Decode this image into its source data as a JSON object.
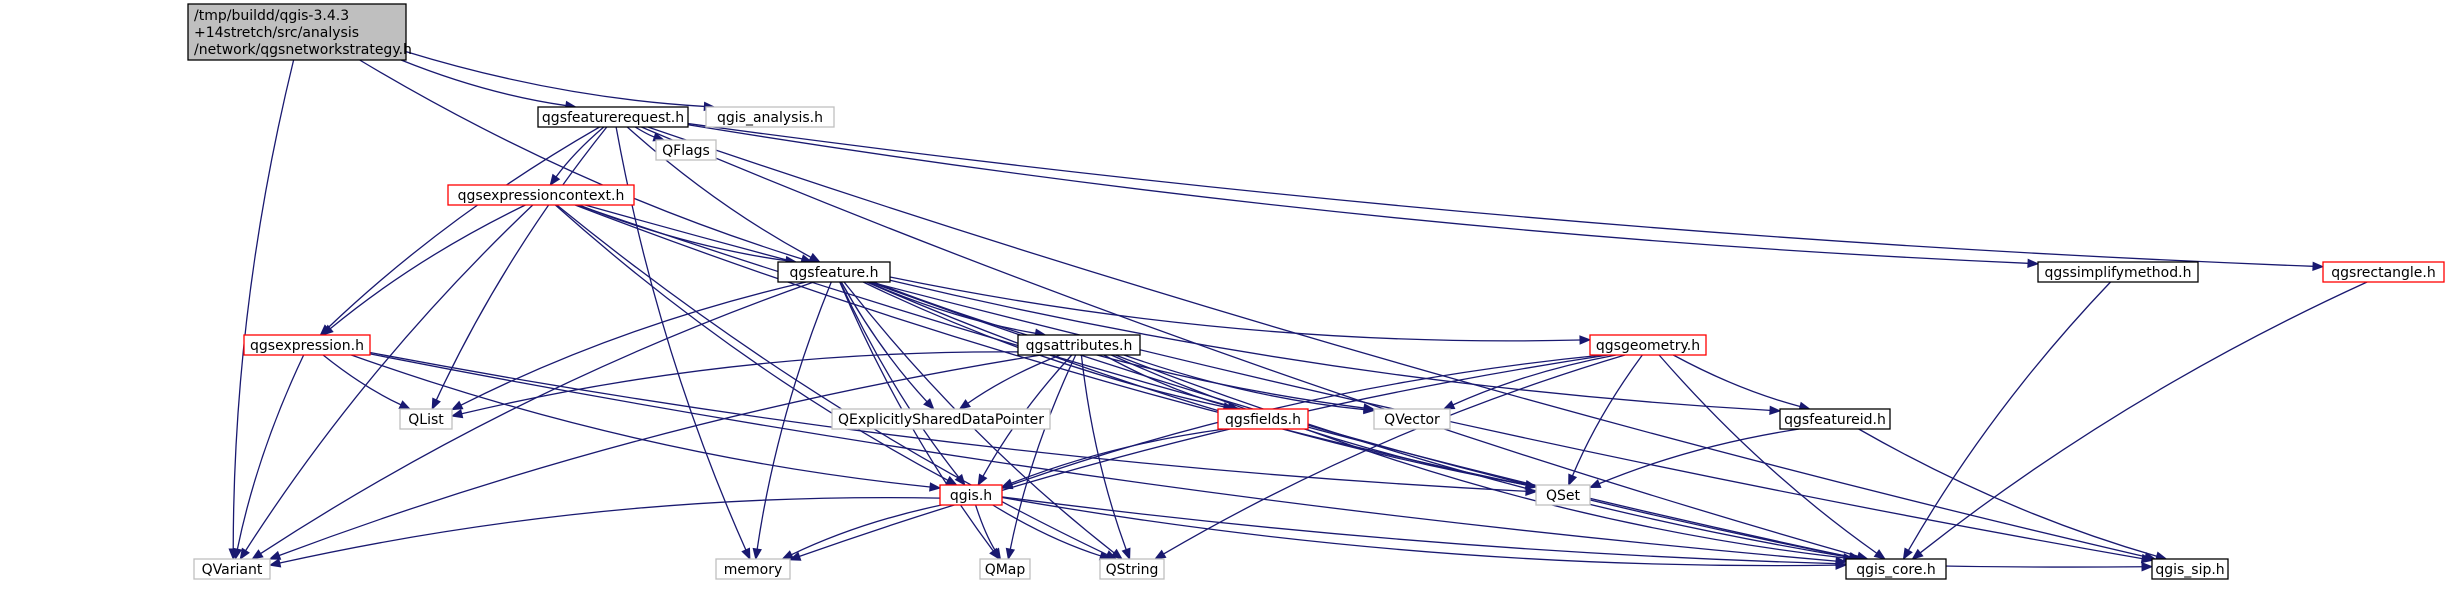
{
  "colors": {
    "edge": "#191970",
    "root_fill": "#bfbfbf",
    "root_border": "#000000",
    "documented_border": "#000000",
    "truncated_border": "#ff0000",
    "external_border": "#bfbfbf",
    "node_fill": "#ffffff"
  },
  "nodes": [
    {
      "id": "root",
      "lines": [
        "/tmp/buildd/qgis-3.4.3",
        "+14stretch/src/analysis",
        "/network/qgsnetworkstrategy.h"
      ],
      "kind": "root"
    },
    {
      "id": "qgsfeaturerequest",
      "lines": [
        "qgsfeaturerequest.h"
      ],
      "kind": "documented"
    },
    {
      "id": "qgis_analysis",
      "lines": [
        "qgis_analysis.h"
      ],
      "kind": "external"
    },
    {
      "id": "qgsexpressioncontext",
      "lines": [
        "qgsexpressioncontext.h"
      ],
      "kind": "truncated"
    },
    {
      "id": "qflags",
      "lines": [
        "QFlags"
      ],
      "kind": "external"
    },
    {
      "id": "qgsfeature",
      "lines": [
        "qgsfeature.h"
      ],
      "kind": "documented"
    },
    {
      "id": "qgssimplifymethod",
      "lines": [
        "qgssimplifymethod.h"
      ],
      "kind": "documented"
    },
    {
      "id": "qgsrectangle",
      "lines": [
        "qgsrectangle.h"
      ],
      "kind": "truncated"
    },
    {
      "id": "qgsexpression",
      "lines": [
        "qgsexpression.h"
      ],
      "kind": "truncated"
    },
    {
      "id": "qgsattributes",
      "lines": [
        "qgsattributes.h"
      ],
      "kind": "documented"
    },
    {
      "id": "qgsgeometry",
      "lines": [
        "qgsgeometry.h"
      ],
      "kind": "truncated"
    },
    {
      "id": "qlist",
      "lines": [
        "QList"
      ],
      "kind": "external"
    },
    {
      "id": "qexplicitly",
      "lines": [
        "QExplicitlySharedDataPointer"
      ],
      "kind": "external"
    },
    {
      "id": "qgsfields",
      "lines": [
        "qgsfields.h"
      ],
      "kind": "truncated"
    },
    {
      "id": "qvector",
      "lines": [
        "QVector"
      ],
      "kind": "external"
    },
    {
      "id": "qgsfeatureid",
      "lines": [
        "qgsfeatureid.h"
      ],
      "kind": "documented"
    },
    {
      "id": "qgis",
      "lines": [
        "qgis.h"
      ],
      "kind": "truncated"
    },
    {
      "id": "qset",
      "lines": [
        "QSet"
      ],
      "kind": "external"
    },
    {
      "id": "qvariant",
      "lines": [
        "QVariant"
      ],
      "kind": "external"
    },
    {
      "id": "memory",
      "lines": [
        "memory"
      ],
      "kind": "external"
    },
    {
      "id": "qmap",
      "lines": [
        "QMap"
      ],
      "kind": "external"
    },
    {
      "id": "qstring",
      "lines": [
        "QString"
      ],
      "kind": "external"
    },
    {
      "id": "qgis_core",
      "lines": [
        "qgis_core.h"
      ],
      "kind": "documented"
    },
    {
      "id": "qgis_sip",
      "lines": [
        "qgis_sip.h"
      ],
      "kind": "documented"
    }
  ],
  "edges": [
    [
      "root",
      "qgsfeaturerequest"
    ],
    [
      "root",
      "qgis_analysis"
    ],
    [
      "root",
      "qgsfeature"
    ],
    [
      "root",
      "qvariant"
    ],
    [
      "qgsfeaturerequest",
      "qgsexpressioncontext"
    ],
    [
      "qgsfeaturerequest",
      "qflags"
    ],
    [
      "qgsfeaturerequest",
      "qgsfeature"
    ],
    [
      "qgsfeaturerequest",
      "qgsexpression"
    ],
    [
      "qgsfeaturerequest",
      "qlist"
    ],
    [
      "qgsfeaturerequest",
      "memory"
    ],
    [
      "qgsfeaturerequest",
      "qgssimplifymethod"
    ],
    [
      "qgsfeaturerequest",
      "qgsrectangle"
    ],
    [
      "qgsfeaturerequest",
      "qgis_core"
    ],
    [
      "qgsfeaturerequest",
      "qgis_sip"
    ],
    [
      "qgsexpressioncontext",
      "qgsfeature"
    ],
    [
      "qgsexpressioncontext",
      "qgsexpression"
    ],
    [
      "qgsexpressioncontext",
      "qvariant"
    ],
    [
      "qgsexpressioncontext",
      "qgis"
    ],
    [
      "qgsexpressioncontext",
      "qstring"
    ],
    [
      "qgsexpressioncontext",
      "qset"
    ],
    [
      "qgsexpressioncontext",
      "qgis_core"
    ],
    [
      "qgsexpressioncontext",
      "qgis_sip"
    ],
    [
      "qgsfeature",
      "qgsattributes"
    ],
    [
      "qgsfeature",
      "qgsgeometry"
    ],
    [
      "qgsfeature",
      "qlist"
    ],
    [
      "qgsfeature",
      "qexplicitly"
    ],
    [
      "qgsfeature",
      "qgsfields"
    ],
    [
      "qgsfeature",
      "qvector"
    ],
    [
      "qgsfeature",
      "qgsfeatureid"
    ],
    [
      "qgsfeature",
      "qset"
    ],
    [
      "qgsfeature",
      "qgis"
    ],
    [
      "qgsfeature",
      "qvariant"
    ],
    [
      "qgsfeature",
      "memory"
    ],
    [
      "qgsfeature",
      "qmap"
    ],
    [
      "qgsfeature",
      "qstring"
    ],
    [
      "qgsfeature",
      "qgis_core"
    ],
    [
      "qgssimplifymethod",
      "qgis_core"
    ],
    [
      "qgsrectangle",
      "qgis_core"
    ],
    [
      "qgsexpression",
      "qlist"
    ],
    [
      "qgsexpression",
      "qvariant"
    ],
    [
      "qgsexpression",
      "qgis"
    ],
    [
      "qgsexpression",
      "qset"
    ],
    [
      "qgsexpression",
      "qgis_core"
    ],
    [
      "qgsattributes",
      "qlist"
    ],
    [
      "qgsattributes",
      "qexplicitly"
    ],
    [
      "qgsattributes",
      "qgsfields"
    ],
    [
      "qgsattributes",
      "qvector"
    ],
    [
      "qgsattributes",
      "qset"
    ],
    [
      "qgsattributes",
      "qgis"
    ],
    [
      "qgsattributes",
      "qvariant"
    ],
    [
      "qgsattributes",
      "qmap"
    ],
    [
      "qgsattributes",
      "qstring"
    ],
    [
      "qgsattributes",
      "qgis_core"
    ],
    [
      "qgsgeometry",
      "qvector"
    ],
    [
      "qgsgeometry",
      "qgsfeatureid"
    ],
    [
      "qgsgeometry",
      "qset"
    ],
    [
      "qgsgeometry",
      "qgis"
    ],
    [
      "qgsgeometry",
      "memory"
    ],
    [
      "qgsgeometry",
      "qstring"
    ],
    [
      "qgsgeometry",
      "qgis_core"
    ],
    [
      "qgsfields",
      "qgis"
    ],
    [
      "qgsfields",
      "qgis_core"
    ],
    [
      "qgsfeatureid",
      "qset"
    ],
    [
      "qgsfeatureid",
      "qgis_sip"
    ],
    [
      "qgis",
      "qvariant"
    ],
    [
      "qgis",
      "memory"
    ],
    [
      "qgis",
      "qmap"
    ],
    [
      "qgis",
      "qstring"
    ],
    [
      "qgis",
      "qgis_core"
    ],
    [
      "qgis",
      "qgis_sip"
    ]
  ]
}
